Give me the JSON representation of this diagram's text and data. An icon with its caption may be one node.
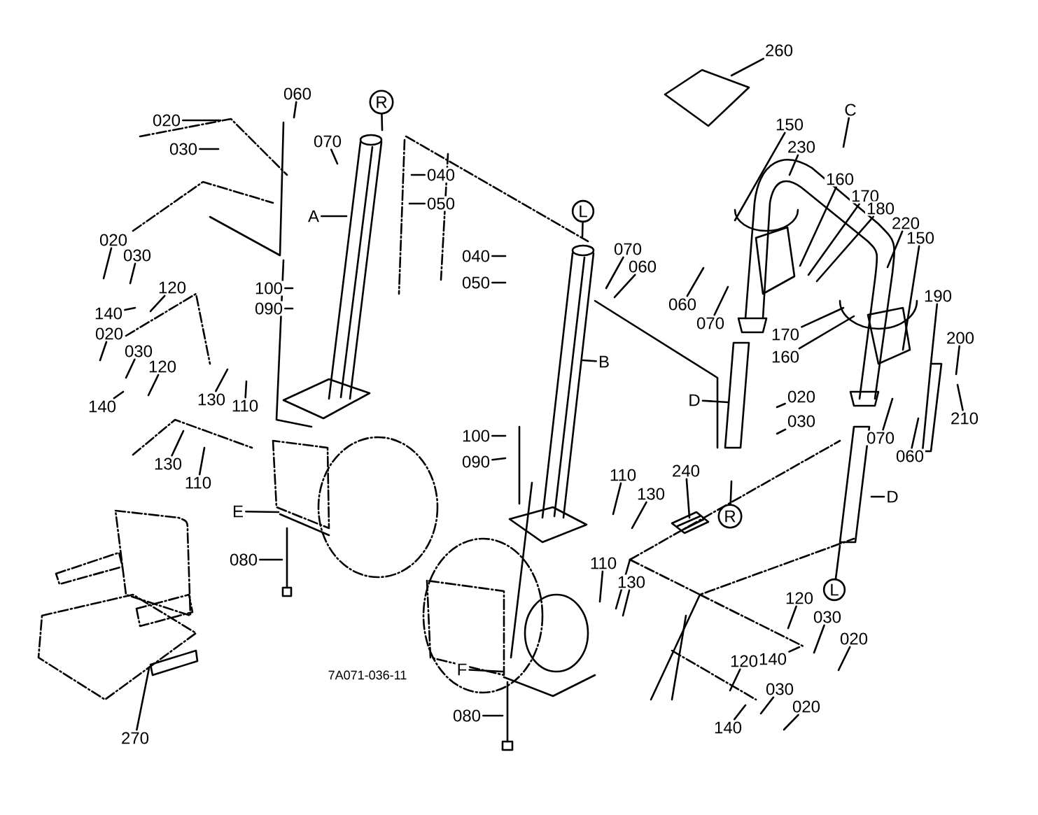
{
  "diagram": {
    "nodes": [
      {
        "text": [
          "260"
        ]
      },
      {
        "text": [
          "C"
        ]
      },
      {
        "text": [
          "150"
        ]
      },
      {
        "text": [
          "230"
        ]
      },
      {
        "text": [
          "160"
        ]
      },
      {
        "text": [
          "170"
        ]
      },
      {
        "text": [
          "180"
        ]
      },
      {
        "text": [
          "220"
        ]
      },
      {
        "text": [
          "R"
        ]
      },
      {
        "text": [
          "060"
        ]
      },
      {
        "text": [
          "070"
        ]
      },
      {
        "text": [
          "040"
        ]
      },
      {
        "text": [
          "050"
        ]
      },
      {
        "text": [
          "A"
        ]
      },
      {
        "text": [
          "020"
        ]
      },
      {
        "text": [
          "030"
        ]
      },
      {
        "text": [
          "020"
        ]
      },
      {
        "text": [
          "030"
        ]
      },
      {
        "text": [
          "120"
        ]
      },
      {
        "text": [
          "140"
        ]
      },
      {
        "text": [
          "100"
        ]
      },
      {
        "text": [
          "090"
        ]
      },
      {
        "text": [
          "020"
        ]
      },
      {
        "text": [
          "030"
        ]
      },
      {
        "text": [
          "120"
        ]
      },
      {
        "text": [
          "140"
        ]
      },
      {
        "text": [
          "130"
        ]
      },
      {
        "text": [
          "110"
        ]
      },
      {
        "text": [
          "L"
        ]
      },
      {
        "text": [
          "040"
        ]
      },
      {
        "text": [
          "050"
        ]
      },
      {
        "text": [
          "070"
        ]
      },
      {
        "text": [
          "060"
        ]
      },
      {
        "text": [
          "060"
        ]
      },
      {
        "text": [
          "070"
        ]
      },
      {
        "text": [
          "B"
        ]
      },
      {
        "text": [
          "170"
        ]
      },
      {
        "text": [
          "160"
        ]
      },
      {
        "text": [
          "150"
        ]
      },
      {
        "text": [
          "190"
        ]
      },
      {
        "text": [
          "200"
        ]
      },
      {
        "text": [
          "210"
        ]
      },
      {
        "text": [
          "D"
        ]
      },
      {
        "text": [
          "020"
        ]
      },
      {
        "text": [
          "030"
        ]
      },
      {
        "text": [
          "070"
        ]
      },
      {
        "text": [
          "060"
        ]
      },
      {
        "text": [
          "130"
        ]
      },
      {
        "text": [
          "110"
        ]
      },
      {
        "text": [
          "100"
        ]
      },
      {
        "text": [
          "090"
        ]
      },
      {
        "text": [
          "D"
        ]
      },
      {
        "text": [
          "110"
        ]
      },
      {
        "text": [
          "130"
        ]
      },
      {
        "text": [
          "240"
        ]
      },
      {
        "text": [
          "R"
        ]
      },
      {
        "text": [
          "E"
        ]
      },
      {
        "text": [
          "080"
        ]
      },
      {
        "text": [
          "110"
        ]
      },
      {
        "text": [
          "130"
        ]
      },
      {
        "text": [
          "L"
        ]
      },
      {
        "text": [
          "120"
        ]
      },
      {
        "text": [
          "030"
        ]
      },
      {
        "text": [
          "020"
        ]
      },
      {
        "text": [
          "140"
        ]
      },
      {
        "text": [
          "F"
        ]
      },
      {
        "text": [
          "120"
        ]
      },
      {
        "text": [
          "140"
        ]
      },
      {
        "text": [
          "030"
        ]
      },
      {
        "text": [
          "020"
        ]
      },
      {
        "text": [
          "080"
        ]
      },
      {
        "text": [
          "270"
        ]
      }
    ],
    "edges": [
      {
        "from": 0,
        "to": null,
        "arrow": "none"
      },
      {
        "from": 1,
        "to": null,
        "arrow": "none"
      },
      {
        "from": 2,
        "to": null,
        "arrow": "none"
      },
      {
        "from": 3,
        "to": null,
        "arrow": "none"
      },
      {
        "from": 4,
        "to": null,
        "arrow": "none"
      },
      {
        "from": 5,
        "to": null,
        "arrow": "none"
      },
      {
        "from": 6,
        "to": null,
        "arrow": "none"
      },
      {
        "from": 7,
        "to": null,
        "arrow": "none"
      },
      {
        "from": 8,
        "to": null,
        "arrow": "none"
      },
      {
        "from": 9,
        "to": null,
        "arrow": "none"
      },
      {
        "from": 10,
        "to": null,
        "arrow": "none"
      },
      {
        "from": 11,
        "to": null,
        "arrow": "none"
      },
      {
        "from": 12,
        "to": null,
        "arrow": "none"
      },
      {
        "from": 13,
        "to": null,
        "arrow": "none"
      },
      {
        "from": 14,
        "to": null,
        "arrow": "none"
      },
      {
        "from": 15,
        "to": null,
        "arrow": "none"
      },
      {
        "from": 16,
        "to": null,
        "arrow": "none"
      },
      {
        "from": 17,
        "to": null,
        "arrow": "none"
      },
      {
        "from": 18,
        "to": null,
        "arrow": "none"
      },
      {
        "from": 19,
        "to": null,
        "arrow": "none"
      },
      {
        "from": 20,
        "to": null,
        "arrow": "none"
      },
      {
        "from": 21,
        "to": null,
        "arrow": "none"
      },
      {
        "from": 22,
        "to": null,
        "arrow": "none"
      },
      {
        "from": 23,
        "to": null,
        "arrow": "none"
      },
      {
        "from": 24,
        "to": null,
        "arrow": "none"
      },
      {
        "from": 25,
        "to": null,
        "arrow": "none"
      },
      {
        "from": 26,
        "to": null,
        "arrow": "none"
      },
      {
        "from": 27,
        "to": null,
        "arrow": "none"
      },
      {
        "from": 28,
        "to": null,
        "arrow": "none"
      },
      {
        "from": 29,
        "to": null,
        "arrow": "none"
      },
      {
        "from": 30,
        "to": null,
        "arrow": "none"
      },
      {
        "from": 31,
        "to": null,
        "arrow": "none"
      },
      {
        "from": 32,
        "to": null,
        "arrow": "none"
      },
      {
        "from": 33,
        "to": null,
        "arrow": "none"
      },
      {
        "from": 34,
        "to": null,
        "arrow": "none"
      },
      {
        "from": 35,
        "to": null,
        "arrow": "none"
      },
      {
        "from": 36,
        "to": null,
        "arrow": "none"
      },
      {
        "from": 37,
        "to": null,
        "arrow": "none"
      },
      {
        "from": 38,
        "to": null,
        "arrow": "none"
      },
      {
        "from": 39,
        "to": null,
        "arrow": "none"
      },
      {
        "from": 40,
        "to": null,
        "arrow": "none"
      },
      {
        "from": 41,
        "to": null,
        "arrow": "none"
      },
      {
        "from": 42,
        "to": null,
        "arrow": "none"
      },
      {
        "from": 43,
        "to": null,
        "arrow": "none"
      },
      {
        "from": 44,
        "to": null,
        "arrow": "none"
      },
      {
        "from": 45,
        "to": null,
        "arrow": "none"
      },
      {
        "from": 46,
        "to": null,
        "arrow": "none"
      },
      {
        "from": 47,
        "to": null,
        "arrow": "none"
      },
      {
        "from": 48,
        "to": null,
        "arrow": "none"
      },
      {
        "from": 49,
        "to": null,
        "arrow": "none"
      },
      {
        "from": 50,
        "to": null,
        "arrow": "none"
      },
      {
        "from": 51,
        "to": null,
        "arrow": "none"
      },
      {
        "from": 52,
        "to": null,
        "arrow": "none"
      },
      {
        "from": 53,
        "to": null,
        "arrow": "none"
      },
      {
        "from": 54,
        "to": null,
        "arrow": "none"
      },
      {
        "from": 55,
        "to": null,
        "arrow": "none"
      },
      {
        "from": 56,
        "to": null,
        "arrow": "none"
      },
      {
        "from": 57,
        "to": null,
        "arrow": "none"
      },
      {
        "from": 58,
        "to": null,
        "arrow": "none"
      },
      {
        "from": 59,
        "to": null,
        "arrow": "none"
      },
      {
        "from": 60,
        "to": null,
        "arrow": "none"
      },
      {
        "from": 61,
        "to": null,
        "arrow": "none"
      },
      {
        "from": 62,
        "to": null,
        "arrow": "none"
      },
      {
        "from": 63,
        "to": null,
        "arrow": "none"
      },
      {
        "from": 64,
        "to": null,
        "arrow": "none"
      },
      {
        "from": 65,
        "to": null,
        "arrow": "none"
      },
      {
        "from": 66,
        "to": null,
        "arrow": "none"
      },
      {
        "from": 67,
        "to": null,
        "arrow": "none"
      },
      {
        "from": 68,
        "to": null,
        "arrow": "none"
      },
      {
        "from": 69,
        "to": null,
        "arrow": "none"
      },
      {
        "from": 70,
        "to": null,
        "arrow": "none"
      },
      {
        "from": 71,
        "to": null,
        "arrow": "none"
      }
    ],
    "labels": [
      "7A071-036-11"
    ]
  }
}
